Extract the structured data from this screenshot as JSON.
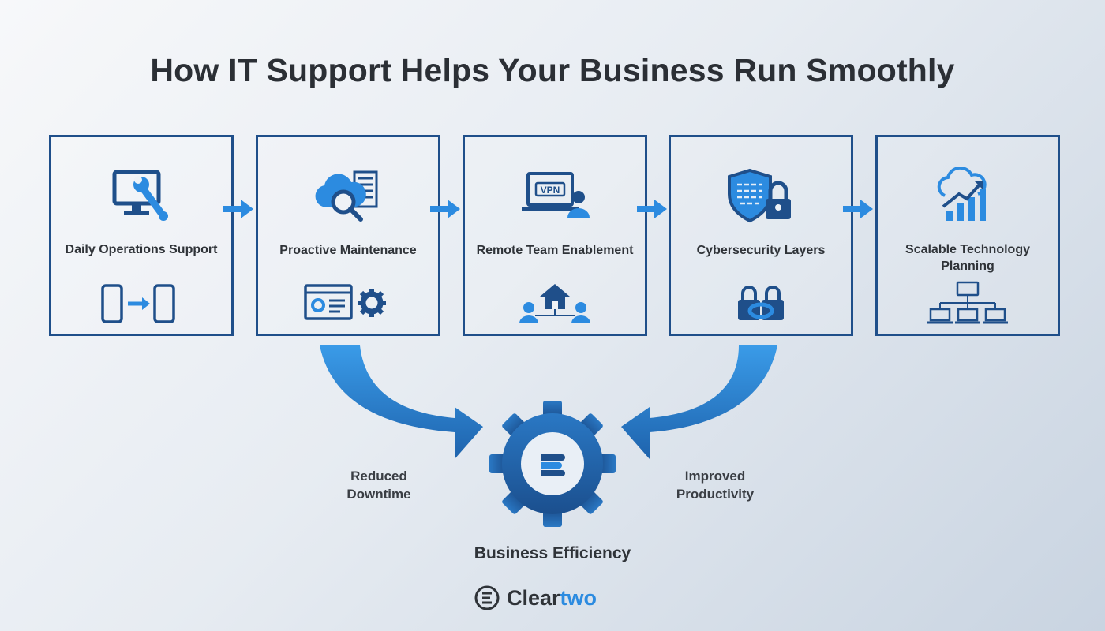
{
  "title": "How IT Support Helps Your Business Run Smoothly",
  "colors": {
    "navy": "#1f4f8a",
    "blue": "#2c8be0",
    "text": "#2f3338"
  },
  "steps": [
    {
      "label": "Daily Operations Support",
      "icon_top": "monitor-wrench-icon",
      "icon_bottom": "phones-sync-icon"
    },
    {
      "label": "Proactive Maintenance",
      "icon_top": "cloud-search-icon",
      "icon_bottom": "browser-gear-icon"
    },
    {
      "label": "Remote Team Enablement",
      "vpn_text": "VPN",
      "icon_top": "laptop-vpn-user-icon",
      "icon_bottom": "home-team-icon"
    },
    {
      "label": "Cybersecurity Layers",
      "icon_top": "shield-lock-icon",
      "icon_bottom": "linked-locks-icon"
    },
    {
      "label": "Scalable Technology Planning",
      "icon_top": "cloud-growth-chart-icon",
      "icon_bottom": "network-computers-icon"
    }
  ],
  "outcomes": {
    "left": "Reduced Downtime",
    "right": "Improved Productivity",
    "center": "Business Efficiency",
    "center_icon": "gear-icon"
  },
  "brand": {
    "name_prefix": "Clear",
    "name_suffix": "two",
    "icon": "cleartwo-logo-icon"
  }
}
